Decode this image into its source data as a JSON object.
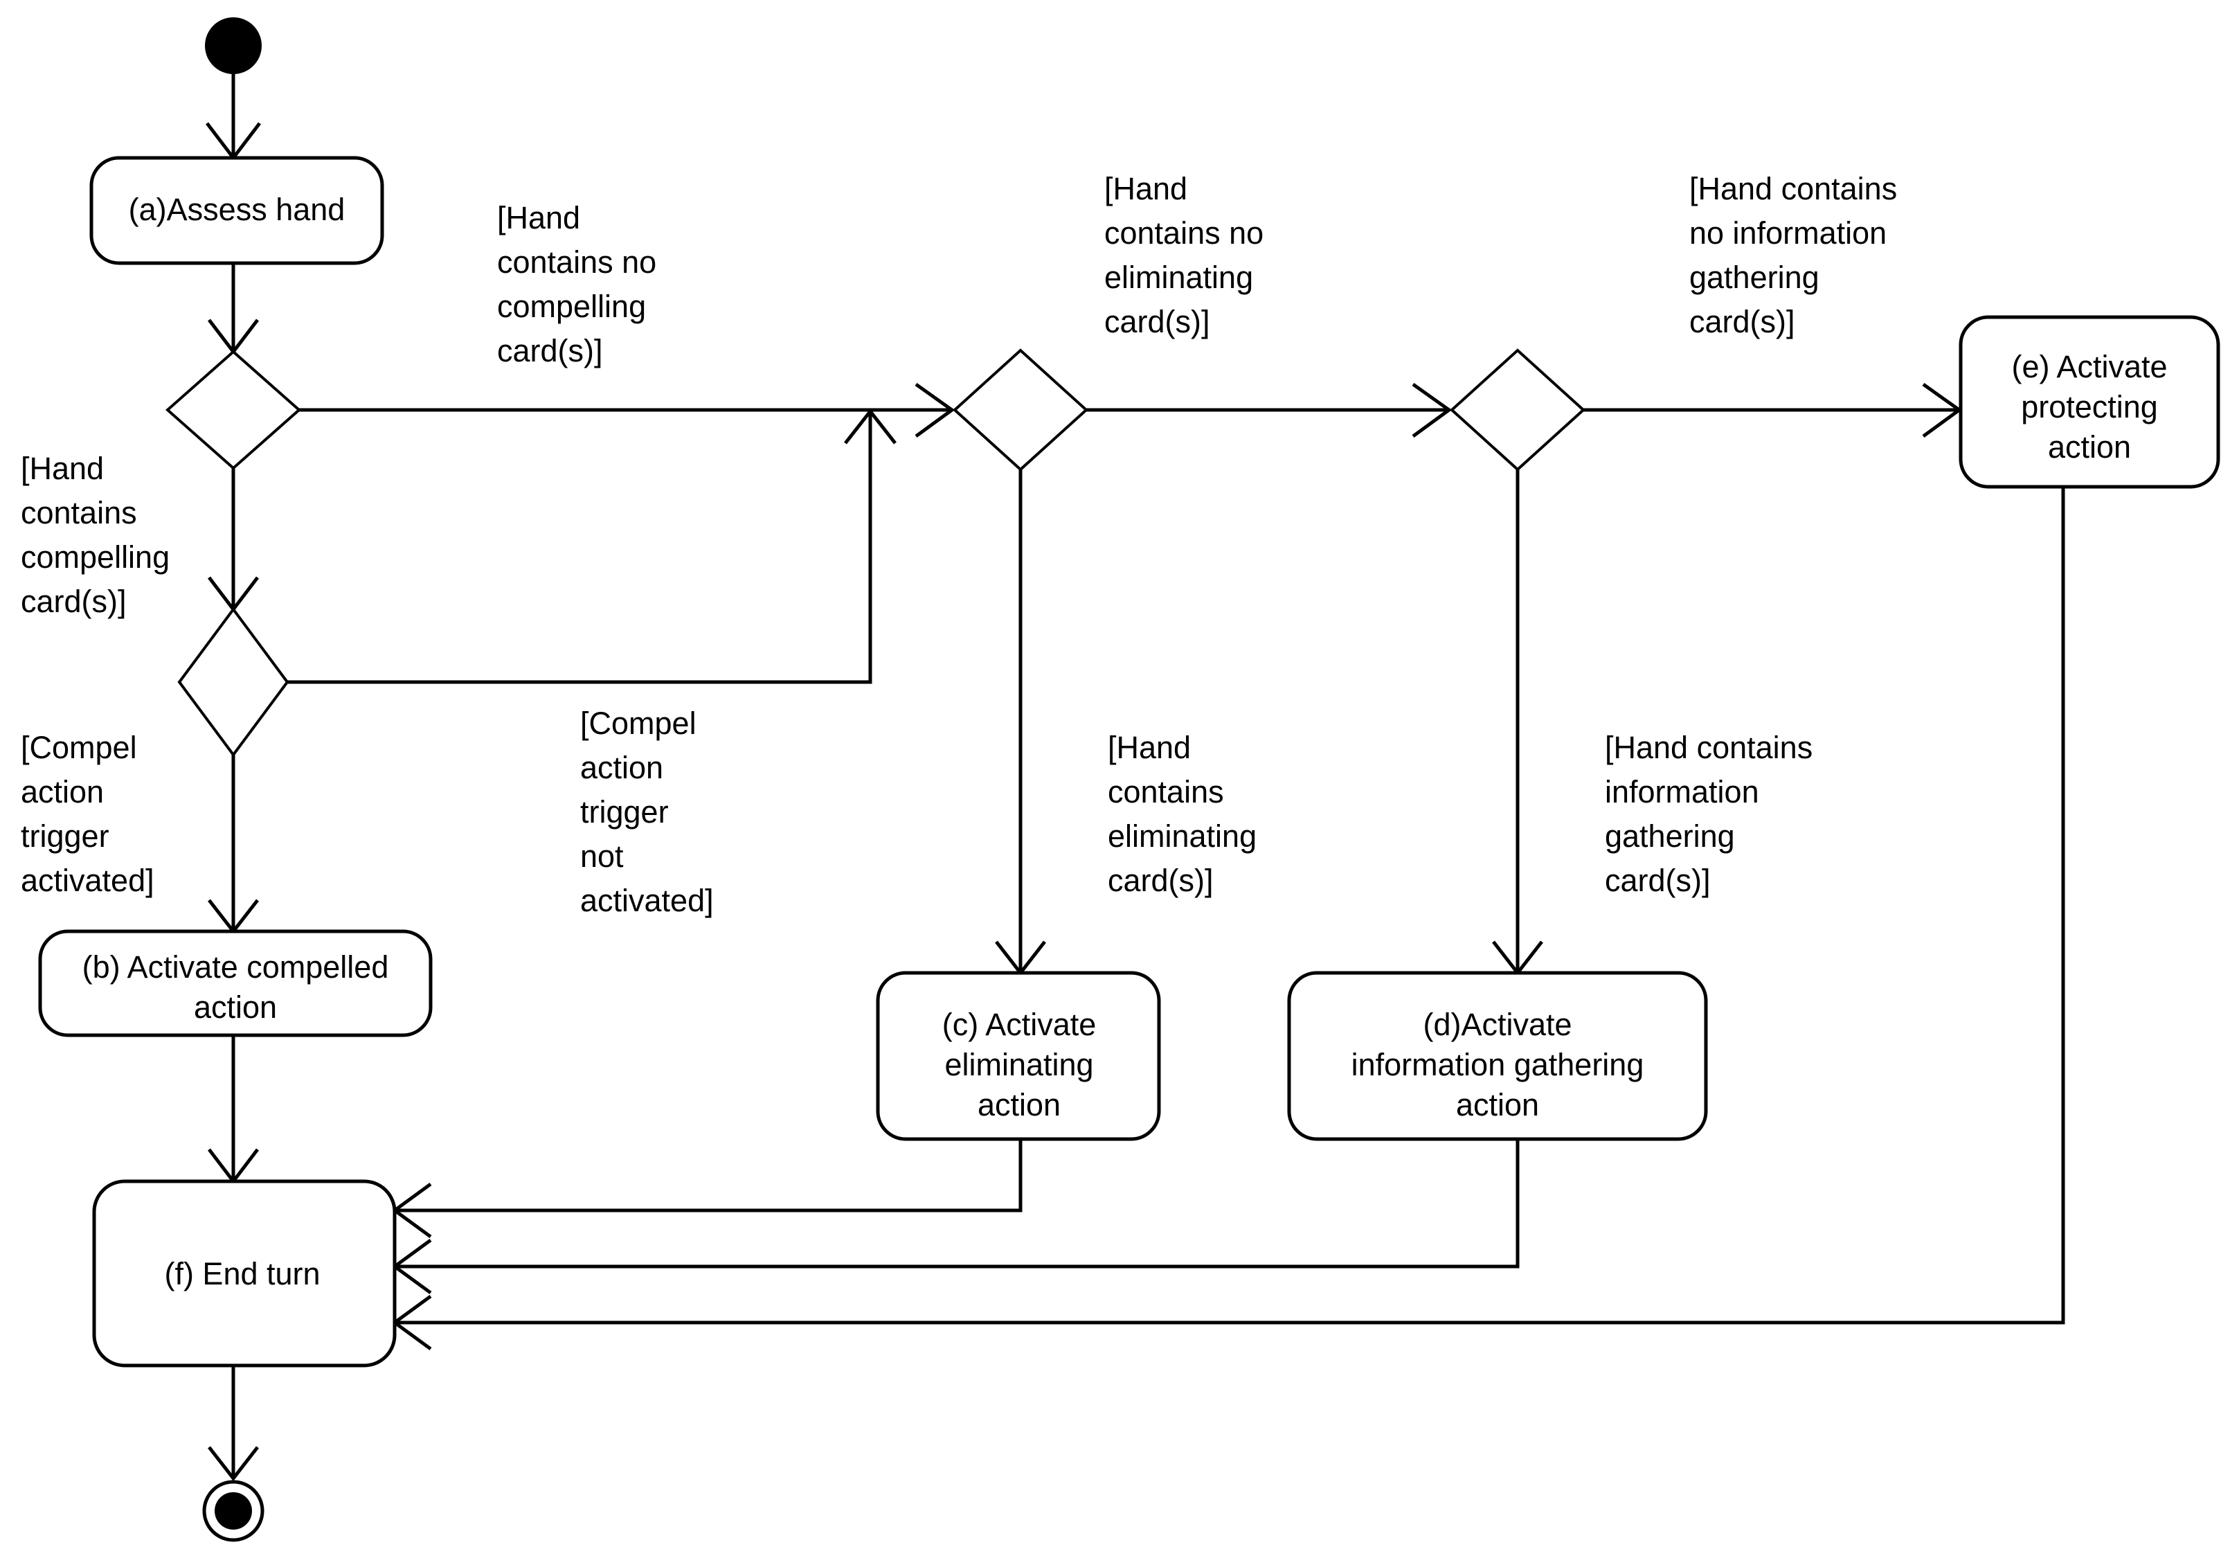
{
  "diagram": {
    "kind": "uml-activity-diagram",
    "colors": {
      "stroke": "#000000",
      "fill": "#ffffff",
      "background": "#ffffff"
    },
    "nodes": {
      "initial": {
        "name": "initial-node",
        "label": ""
      },
      "a": {
        "id": "a",
        "lines": [
          "(a)Assess hand"
        ]
      },
      "b": {
        "id": "b",
        "lines": [
          "(b) Activate compelled",
          "action"
        ]
      },
      "c": {
        "id": "c",
        "lines": [
          "(c) Activate",
          "eliminating",
          "action"
        ]
      },
      "d": {
        "id": "d",
        "lines": [
          "(d)Activate",
          "information gathering",
          "action"
        ]
      },
      "e": {
        "id": "e",
        "lines": [
          "(e) Activate",
          "protecting",
          "action"
        ]
      },
      "f": {
        "id": "f",
        "lines": [
          "(f) End turn"
        ]
      },
      "final": {
        "name": "final-node",
        "label": ""
      }
    },
    "decisions": [
      {
        "id": "decision-1",
        "name": "decision-compelling-cards"
      },
      {
        "id": "decision-2",
        "name": "decision-compel-trigger"
      },
      {
        "id": "decision-3",
        "name": "decision-eliminating-cards"
      },
      {
        "id": "decision-4",
        "name": "decision-information-gathering-cards"
      }
    ],
    "guards": {
      "no_compelling": [
        "[Hand",
        "contains no",
        "compelling",
        "card(s)]"
      ],
      "has_compelling": [
        "[Hand",
        "contains",
        "compelling",
        "card(s)]"
      ],
      "trigger_activated": [
        "[Compel",
        "action",
        "trigger",
        "activated]"
      ],
      "trigger_not_activated": [
        "[Compel",
        "action",
        "trigger",
        "not",
        "activated]"
      ],
      "no_eliminating": [
        "[Hand",
        "contains no",
        "eliminating",
        "card(s)]"
      ],
      "has_eliminating": [
        "[Hand",
        "contains",
        "eliminating",
        "card(s)]"
      ],
      "no_information_gathering": [
        "[Hand contains",
        "no information",
        "gathering",
        "card(s)]"
      ],
      "has_information_gathering": [
        "[Hand contains",
        "information",
        "gathering",
        "card(s)]"
      ]
    }
  }
}
